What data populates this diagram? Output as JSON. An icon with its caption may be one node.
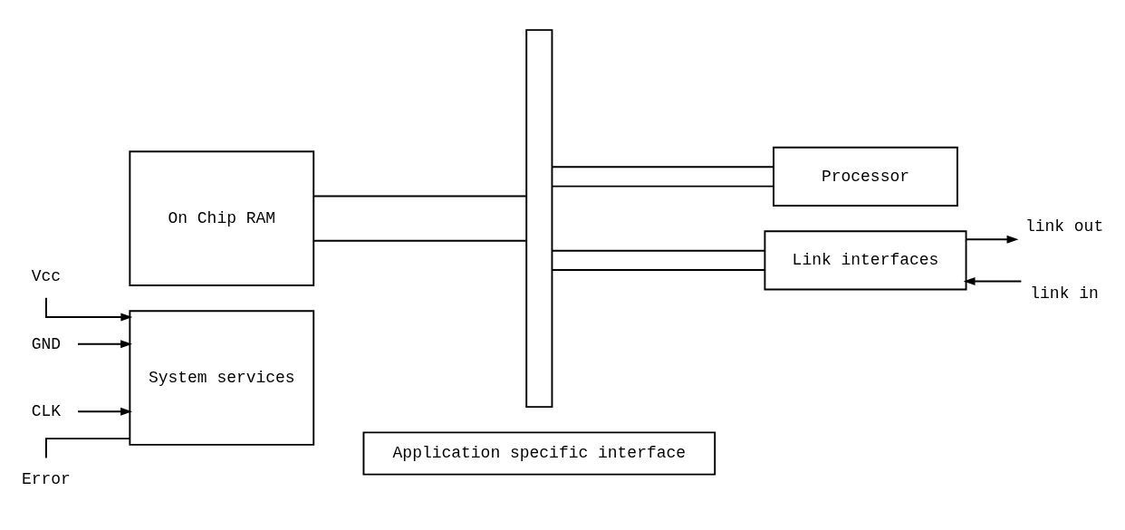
{
  "diagram": {
    "nodes": [
      {
        "text": [
          "Vcc"
        ]
      },
      {
        "text": [
          "GND"
        ]
      },
      {
        "text": [
          "CLK"
        ]
      },
      {
        "text": [
          "Error"
        ]
      },
      {
        "text": [
          "System services"
        ]
      },
      {
        "text": [],
        "shape": "bar"
      },
      {
        "text": [
          "Processor"
        ]
      },
      {
        "text": [
          "Link interfaces"
        ]
      },
      {
        "text": [
          "link out"
        ]
      },
      {
        "text": [
          "link in"
        ]
      },
      {
        "text": [
          "On Chip RAM"
        ]
      },
      {
        "text": [
          "Application specific interface"
        ]
      }
    ],
    "edges": [
      {
        "from": 0,
        "to": 4,
        "arrow": "to"
      },
      {
        "from": 1,
        "to": 4,
        "arrow": "to"
      },
      {
        "from": 2,
        "to": 4,
        "arrow": "to"
      },
      {
        "from": 3,
        "to": 4,
        "arrow": "none"
      },
      {
        "from": 5,
        "to": 6,
        "arrow": "none"
      },
      {
        "from": 5,
        "to": 6,
        "arrow": "none"
      },
      {
        "from": 5,
        "to": 7,
        "arrow": "none"
      },
      {
        "from": 5,
        "to": 7,
        "arrow": "none"
      },
      {
        "from": 7,
        "to": 8,
        "arrow": "to"
      },
      {
        "from": 9,
        "to": 7,
        "arrow": "to"
      },
      {
        "from": 10,
        "to": 5,
        "arrow": "none"
      },
      {
        "from": 10,
        "to": 5,
        "arrow": "none"
      }
    ]
  }
}
